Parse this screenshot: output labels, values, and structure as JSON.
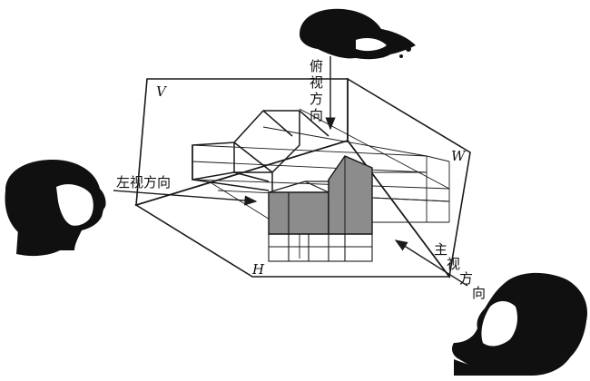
{
  "planes": {
    "v": "V",
    "w": "W",
    "h": "H"
  },
  "directions": {
    "top": [
      "俯",
      "视",
      "方",
      "向"
    ],
    "left": "左视方向",
    "front": [
      "主",
      "视",
      "方",
      "向"
    ]
  },
  "colors": {
    "line": "#1a1a1a",
    "shade": "#8c8c8c",
    "silhouette": "#101010"
  },
  "icons": [
    "person-head-icon"
  ]
}
